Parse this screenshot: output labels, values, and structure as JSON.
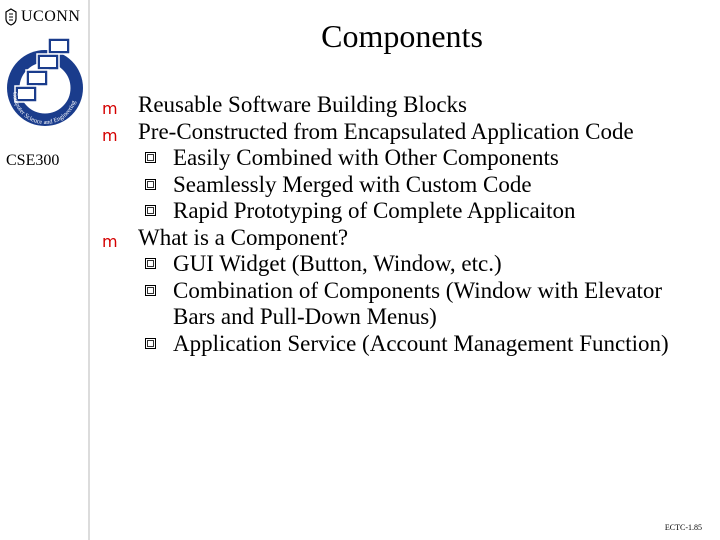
{
  "header": {
    "logo_text": "UCONN",
    "title": "Components"
  },
  "sidebar": {
    "course_code": "CSE300",
    "logo_ring_text": "Computer Science and Engineering"
  },
  "bullets": [
    {
      "text": "Reusable Software Building Blocks",
      "level": 1
    },
    {
      "text": "Pre-Constructed from Encapsulated Application Code",
      "level": 1
    },
    {
      "text": "Easily Combined with Other Components",
      "level": 2
    },
    {
      "text": "Seamlessly Merged with Custom Code",
      "level": 2
    },
    {
      "text": "Rapid Prototyping of Complete Applicaiton",
      "level": 2
    },
    {
      "text": "What is a Component?",
      "level": 1
    },
    {
      "text": "GUI Widget (Button, Window, etc.)",
      "level": 2
    },
    {
      "text": "Combination of Components (Window with Elevator Bars and Pull-Down Menus)",
      "level": 2
    },
    {
      "text": "Application Service (Account Management Function)",
      "level": 2
    }
  ],
  "footer": {
    "slide_id": "ECTC-1.85"
  },
  "colors": {
    "bullet_red": "#d40000",
    "logo_blue": "#1a3c8c",
    "sidebar_edge": "#dcdcdc"
  }
}
